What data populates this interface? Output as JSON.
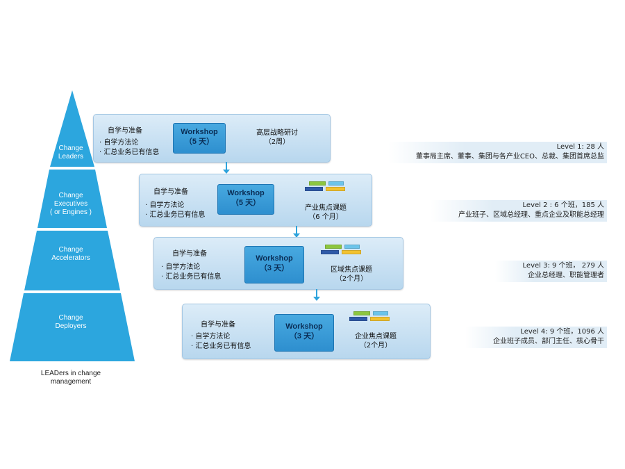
{
  "pyramid": {
    "tiers": [
      {
        "line1": "Change",
        "line2": "Leaders",
        "line3": ""
      },
      {
        "line1": "Change",
        "line2": "Executives",
        "line3": "( or Engines )"
      },
      {
        "line1": "Change",
        "line2": "Accelerators",
        "line3": ""
      },
      {
        "line1": "Change",
        "line2": "Deployers",
        "line3": ""
      }
    ],
    "caption_line1": "LEADers in change",
    "caption_line2": "management",
    "color": "#2ca6de"
  },
  "panels": [
    {
      "prep": "自学与准备",
      "bullet1": "· 自学方法论",
      "bullet2": "· 汇总业务已有信息",
      "workshop_title": "Workshop",
      "workshop_duration": "（5 天）",
      "topic_line1": "高层战略研讨",
      "topic_line2": "（2周）",
      "level_line1": "Level 1: 28 人",
      "level_line2": "董事局主席、董事、集团与各产业CEO、总裁、集团首席总监"
    },
    {
      "prep": "自学与准备",
      "bullet1": "· 自学方法论",
      "bullet2": "· 汇总业务已有信息",
      "workshop_title": "Workshop",
      "workshop_duration": "（5 天）",
      "topic_line1": "产业焦点课题",
      "topic_line2": "（6 个月）",
      "level_line1": "Level 2 : 6 个班，185 人",
      "level_line2": "产业班子、区域总经理、重点企业及职能总经理"
    },
    {
      "prep": "自学与准备",
      "bullet1": "· 自学方法论",
      "bullet2": "· 汇总业务已有信息",
      "workshop_title": "Workshop",
      "workshop_duration": "（3 天）",
      "topic_line1": "区域焦点课题",
      "topic_line2": "（2个月）",
      "level_line1": "Level 3: 9 个班， 279 人",
      "level_line2": "企业总经理、职能管理者"
    },
    {
      "prep": "自学与准备",
      "bullet1": "· 自学方法论",
      "bullet2": "· 汇总业务已有信息",
      "workshop_title": "Workshop",
      "workshop_duration": "（3 天）",
      "topic_line1": "企业焦点课题",
      "topic_line2": "（2个月）",
      "level_line1": "Level 4: 9 个班，1096 人",
      "level_line2": "企业班子成员、部门主任、核心骨干"
    }
  ],
  "colors": {
    "bar_green": "#8cc63f",
    "bar_blue": "#2f5aa8",
    "bar_lightblue": "#6cc4ea",
    "bar_yellow": "#f2c230"
  }
}
